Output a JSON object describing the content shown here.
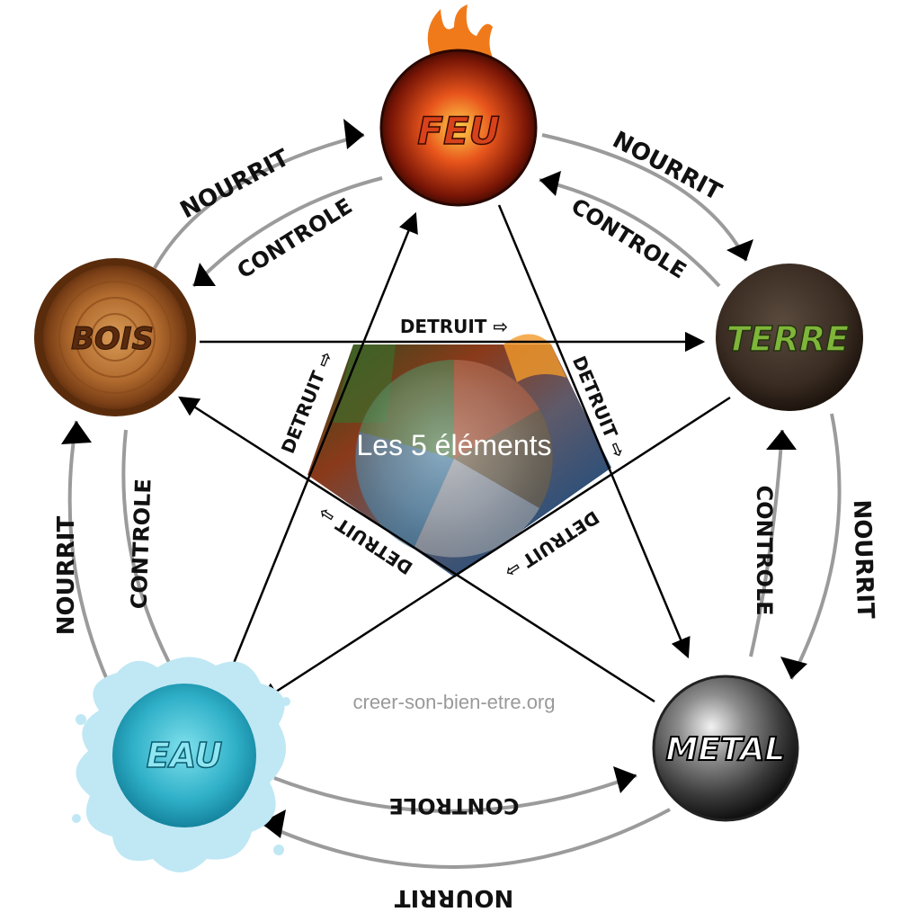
{
  "title": "Les 5 éléments",
  "watermark": "creer-son-bien-etre.org",
  "elements": {
    "feu": {
      "label": "FEU",
      "color": "#d8421a"
    },
    "terre": {
      "label": "TERRE",
      "color": "#6f9e2c"
    },
    "metal": {
      "label": "METAL",
      "color": "#5a5a5a"
    },
    "eau": {
      "label": "EAU",
      "color": "#35b4c8"
    },
    "bois": {
      "label": "BOIS",
      "color": "#a5602a"
    }
  },
  "relations": {
    "nourrit": "NOURRIT",
    "controle": "CONTROLE",
    "detruit": "DETRUIT ⇨"
  }
}
